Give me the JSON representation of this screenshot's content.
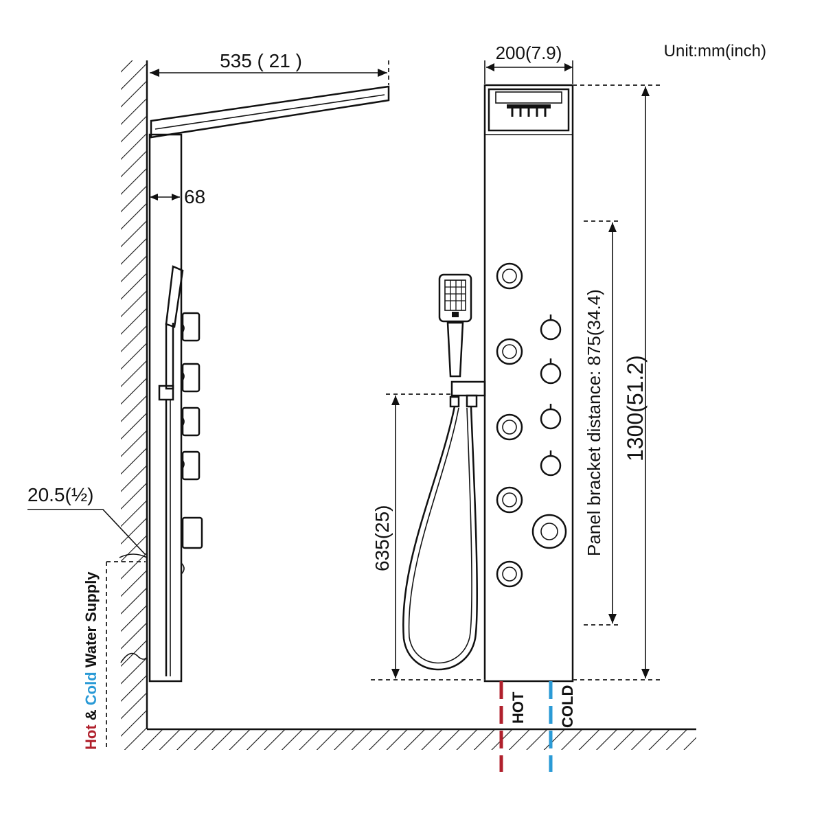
{
  "unit_label": "Unit:mm(inch)",
  "dimensions": {
    "arm_length": "535 ( 21 )",
    "panel_width": "200(7.9)",
    "wall_gap": "68",
    "pipe_size": "20.5(½)",
    "handshower_height": "635(25)",
    "bracket_distance": "Panel bracket distance: 875(34.4)",
    "panel_height": "1300(51.2)"
  },
  "water_supply": {
    "hot_word": "Hot",
    "amp": " & ",
    "cold_word": "Cold",
    "rest": " Water Supply"
  },
  "pipes": {
    "hot": "HOT",
    "cold": "COLD"
  },
  "colors": {
    "hot": "#b0202c",
    "cold": "#2a9ad6",
    "line": "#111111"
  }
}
